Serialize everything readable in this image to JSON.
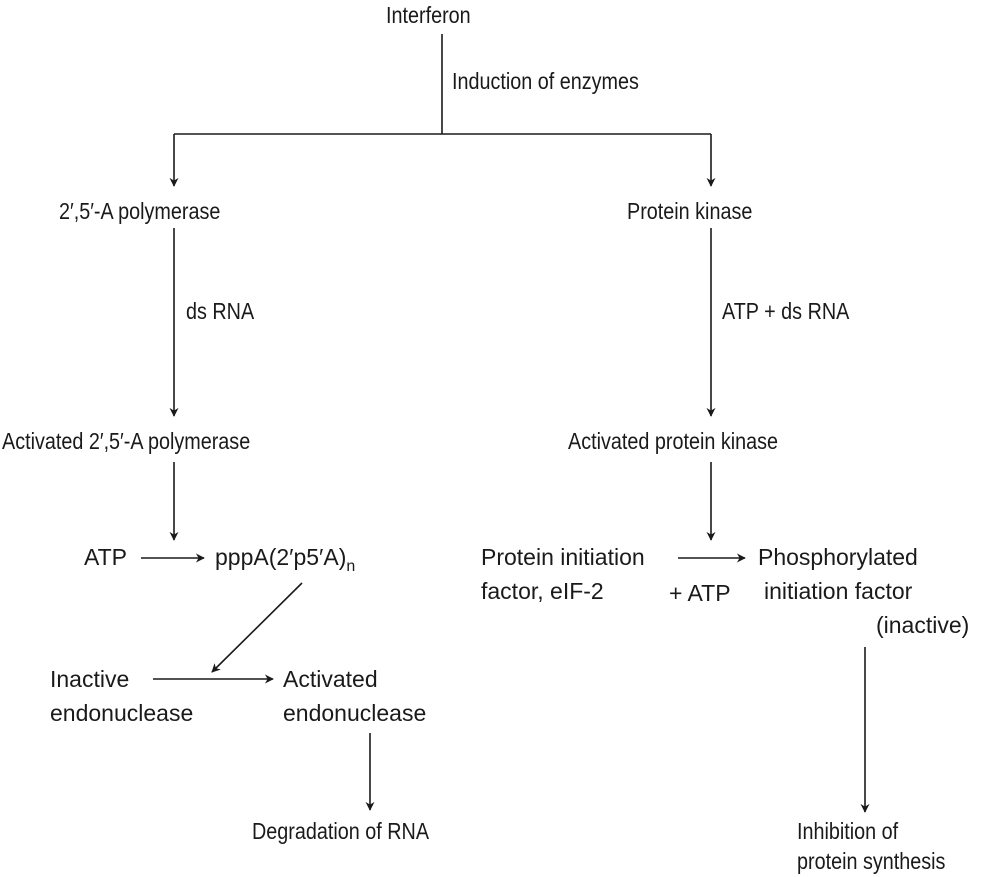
{
  "diagram": {
    "nodes": {
      "interferon": "Interferon",
      "induction": "Induction of enzymes",
      "polymerase": "2′,5′-A polymerase",
      "kinase": "Protein kinase",
      "dsrna": "ds RNA",
      "atp_dsrna": "ATP + ds RNA",
      "act_polymerase": "Activated 2′,5′-A polymerase",
      "act_kinase": "Activated protein kinase",
      "atp": "ATP",
      "pppa": "pppA(2′p5′A)",
      "pppa_sub": "n",
      "inactive_endo_1": "Inactive",
      "inactive_endo_2": "endonuclease",
      "activated_endo_1": "Activated",
      "activated_endo_2": "endonuclease",
      "degradation": "Degradation of RNA",
      "pif_1": "Protein initiation",
      "pif_2": "factor, eIF-2",
      "plus_atp": "+ ATP",
      "phos_1": "Phosphorylated",
      "phos_2": "initiation factor",
      "phos_3": "(inactive)",
      "inhibition_1": "Inhibition of",
      "inhibition_2": "protein synthesis"
    },
    "edges": [
      {
        "from": "Interferon",
        "to": "2',5'-A polymerase",
        "label": "Induction of enzymes"
      },
      {
        "from": "Interferon",
        "to": "Protein kinase",
        "label": "Induction of enzymes"
      },
      {
        "from": "2',5'-A polymerase",
        "to": "Activated 2',5'-A polymerase",
        "label": "ds RNA"
      },
      {
        "from": "Protein kinase",
        "to": "Activated protein kinase",
        "label": "ATP + ds RNA"
      },
      {
        "from": "Activated 2',5'-A polymerase",
        "to": "ATP -> pppA(2'p5'A)n"
      },
      {
        "from": "ATP",
        "to": "pppA(2'p5'A)n"
      },
      {
        "from": "pppA(2'p5'A)n",
        "to": "Inactive endonuclease -> Activated endonuclease"
      },
      {
        "from": "Inactive endonuclease",
        "to": "Activated endonuclease"
      },
      {
        "from": "Activated endonuclease",
        "to": "Degradation of RNA"
      },
      {
        "from": "Activated protein kinase",
        "to": "Protein initiation factor -> Phosphorylated initiation factor"
      },
      {
        "from": "Protein initiation factor, eIF-2",
        "to": "Phosphorylated initiation factor (inactive)",
        "label": "+ ATP"
      },
      {
        "from": "Phosphorylated initiation factor (inactive)",
        "to": "Inhibition of protein synthesis"
      }
    ],
    "line_color": "#1a1a1a"
  }
}
